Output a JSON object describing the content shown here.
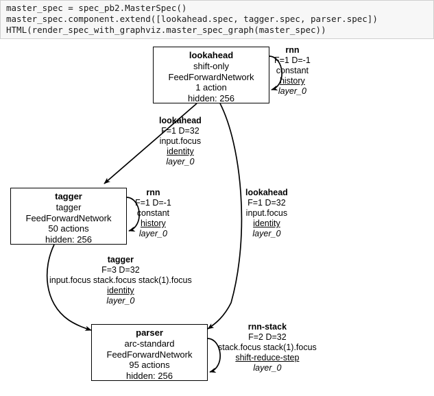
{
  "code_cell": {
    "lines": [
      "master_spec = spec_pb2.MasterSpec()",
      "master_spec.component.extend([lookahead.spec, tagger.spec, parser.spec])",
      "HTML(render_spec_with_graphviz.master_spec_graph(master_spec))"
    ]
  },
  "graph": {
    "nodes": [
      {
        "id": "lookahead",
        "title": "lookahead",
        "transition_system": "shift-only",
        "network": "FeedForwardNetwork",
        "actions": "1 action",
        "hidden": "hidden: 256"
      },
      {
        "id": "tagger",
        "title": "tagger",
        "transition_system": "tagger",
        "network": "FeedForwardNetwork",
        "actions": "50 actions",
        "hidden": "hidden: 256"
      },
      {
        "id": "parser",
        "title": "parser",
        "transition_system": "arc-standard",
        "network": "FeedForwardNetwork",
        "actions": "95 actions",
        "hidden": "hidden: 256"
      }
    ],
    "edges": [
      {
        "id": "lookahead-rnn",
        "source": "lookahead",
        "target": "lookahead",
        "name": "rnn",
        "fd": "F=1 D=-1",
        "features": "constant",
        "translator": "history",
        "layer": "layer_0"
      },
      {
        "id": "lookahead-tagger",
        "source": "lookahead",
        "target": "tagger",
        "name": "lookahead",
        "fd": "F=1 D=32",
        "features": "input.focus",
        "translator": "identity",
        "layer": "layer_0"
      },
      {
        "id": "tagger-rnn",
        "source": "tagger",
        "target": "tagger",
        "name": "rnn",
        "fd": "F=1 D=-1",
        "features": "constant",
        "translator": "history",
        "layer": "layer_0"
      },
      {
        "id": "lookahead-parser",
        "source": "lookahead",
        "target": "parser",
        "name": "lookahead",
        "fd": "F=1 D=32",
        "features": "input.focus",
        "translator": "identity",
        "layer": "layer_0"
      },
      {
        "id": "tagger-parser",
        "source": "tagger",
        "target": "parser",
        "name": "tagger",
        "fd": "F=3 D=32",
        "features": "input.focus stack.focus stack(1).focus",
        "translator": "identity",
        "layer": "layer_0"
      },
      {
        "id": "parser-rnnstack",
        "source": "parser",
        "target": "parser",
        "name": "rnn-stack",
        "fd": "F=2 D=32",
        "features": "stack.focus stack(1).focus",
        "translator": "shift-reduce-step",
        "layer": "layer_0"
      }
    ],
    "colors": {
      "node_border": "#000000",
      "node_fill": "#ffffff",
      "edge": "#000000",
      "text": "#000000",
      "code_background": "#f7f7f7",
      "code_border": "#cfcfcf"
    }
  }
}
